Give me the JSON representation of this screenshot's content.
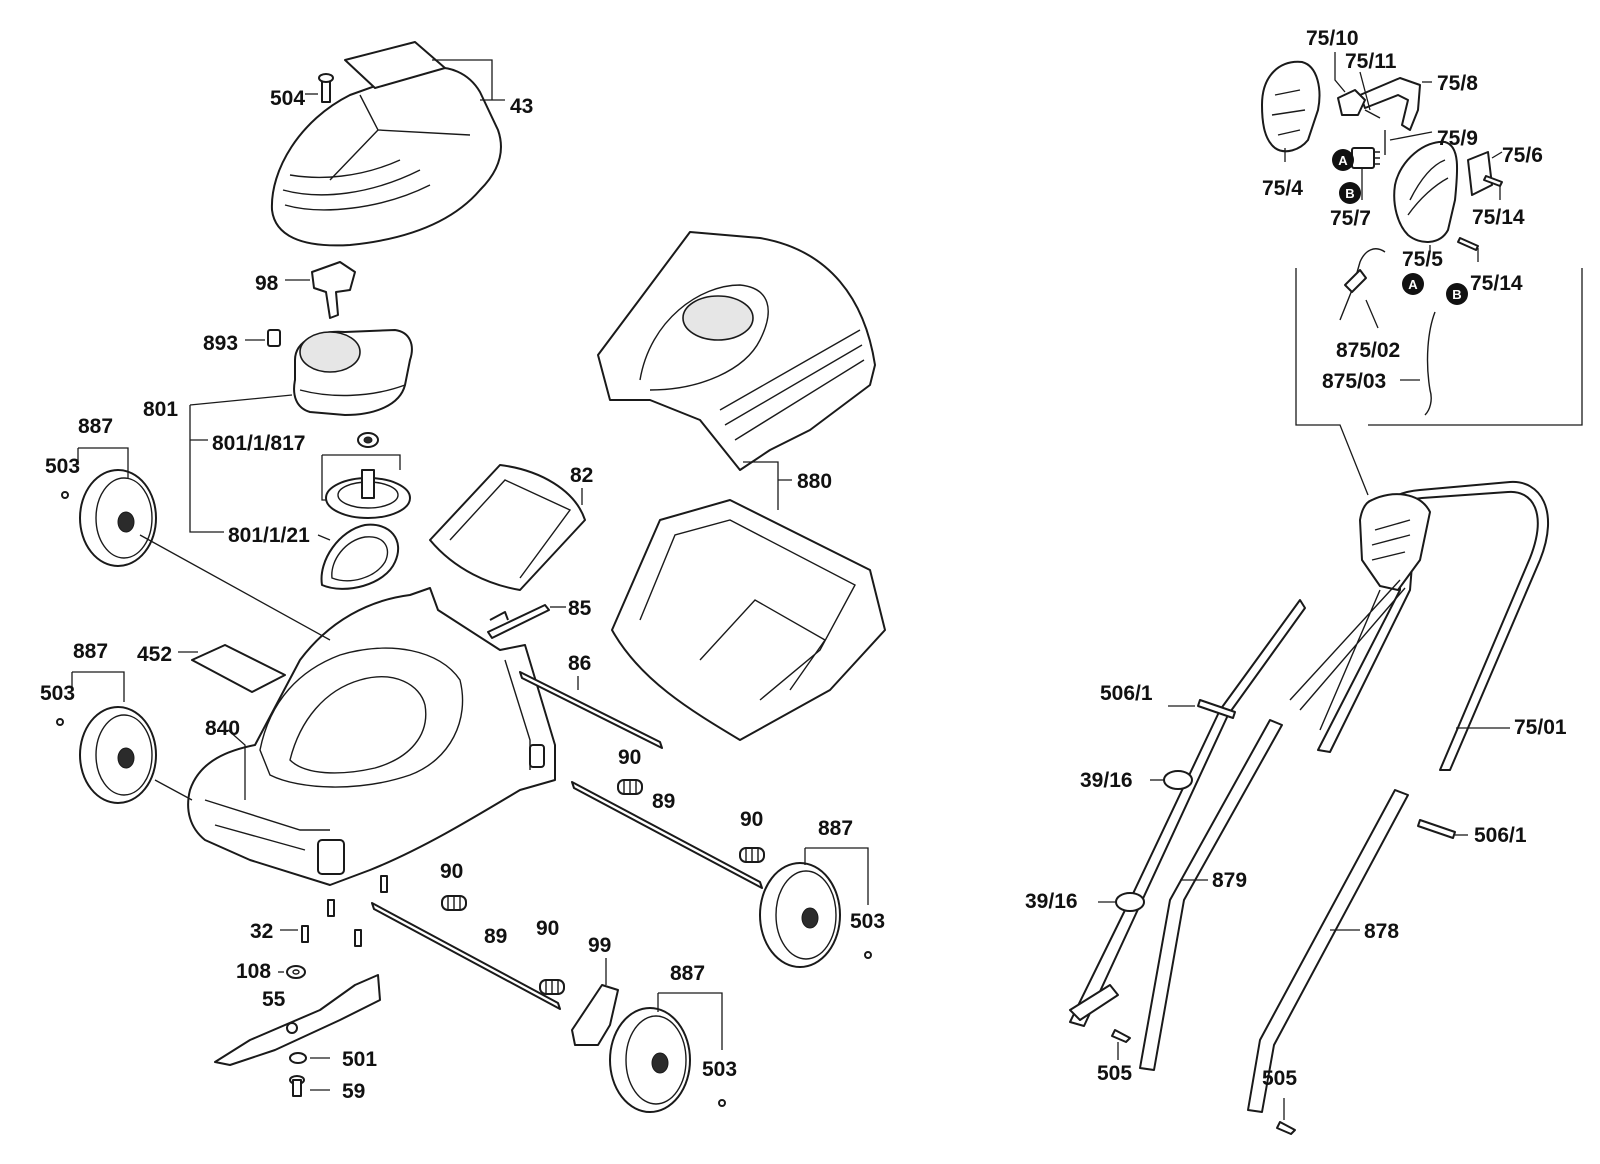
{
  "labels": {
    "l504": "504",
    "l43": "43",
    "l98": "98",
    "l893": "893",
    "l801": "801",
    "l801_1_817": "801/1/817",
    "l801_1_21": "801/1/21",
    "l887a": "887",
    "l503a": "503",
    "l887b": "887",
    "l503b": "503",
    "l452": "452",
    "l840": "840",
    "l82": "82",
    "l85": "85",
    "l86": "86",
    "l880": "880",
    "l90a": "90",
    "l89a": "89",
    "l90b": "90",
    "l887c": "887",
    "l503c": "503",
    "l90c": "90",
    "l32": "32",
    "l90d": "90",
    "l89b": "89",
    "l99": "99",
    "l887d": "887",
    "l503d": "503",
    "l108": "108",
    "l55": "55",
    "l501": "501",
    "l59": "59",
    "l75_10": "75/10",
    "l75_11": "75/11",
    "l75_8": "75/8",
    "l75_9": "75/9",
    "l75_6": "75/6",
    "l75_4": "75/4",
    "l75_7": "75/7",
    "l75_14a": "75/14",
    "l75_5": "75/5",
    "l75_14b": "75/14",
    "l875_02": "875/02",
    "l875_03": "875/03",
    "l506_1a": "506/1",
    "l75_01": "75/01",
    "l39_16a": "39/16",
    "l506_1b": "506/1",
    "l879": "879",
    "l39_16b": "39/16",
    "l878": "878",
    "l505a": "505",
    "l505b": "505"
  },
  "badges": {
    "a": "A",
    "b": "B"
  }
}
